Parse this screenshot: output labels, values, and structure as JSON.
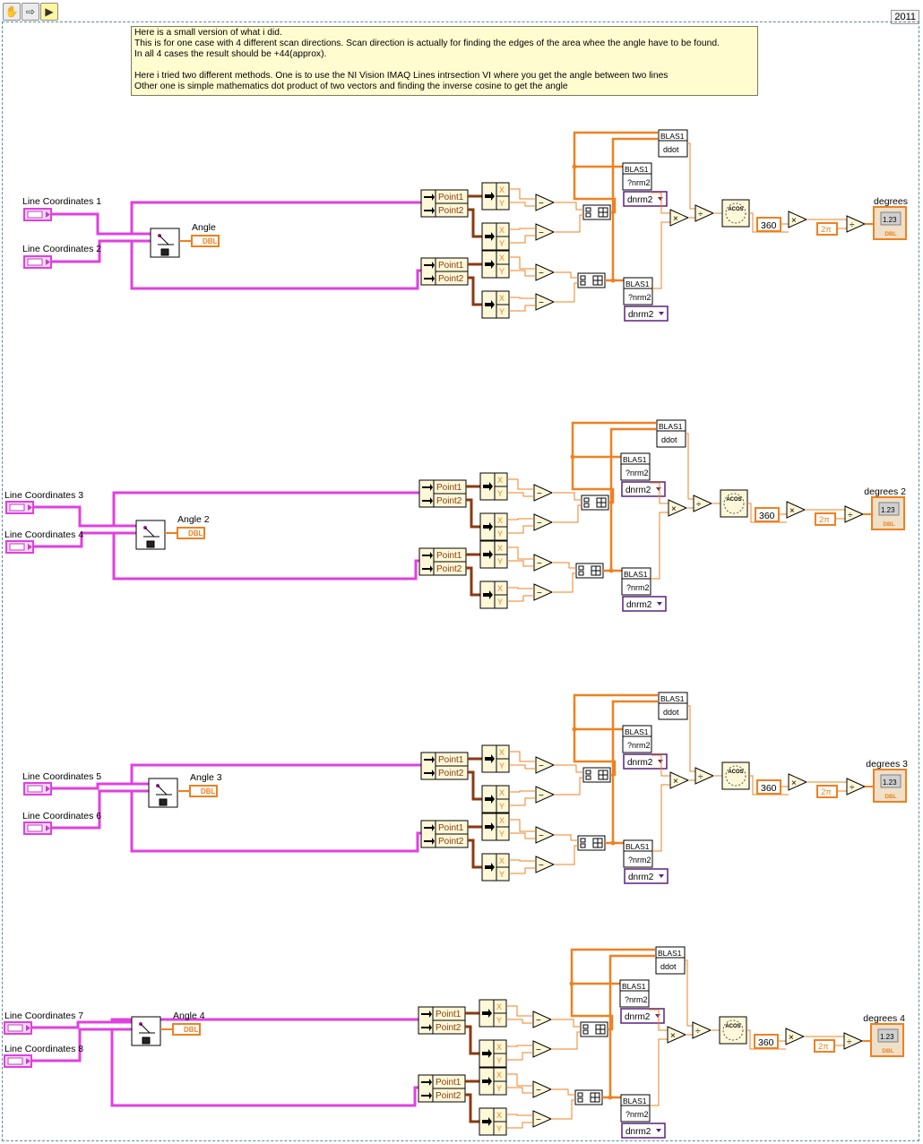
{
  "toolbar": {
    "icons": [
      "hand-tool-icon",
      "arrow-tool-icon",
      "vi-icon"
    ],
    "year_label": "2011"
  },
  "comment": {
    "lines": [
      "Here is a small version of what i did.",
      " This is for one case with 4 different scan directions. Scan direction is actually for finding the edges of the area whee the angle have to be found.",
      "In all 4 cases the result should be +44(approx).",
      "",
      "Here i tried two different methods. One is to use the NI Vision IMAQ Lines intrsection VI where you get the angle between two lines",
      "Other one is simple mathematics  dot product of two vectors and finding the inverse cosine to get the angle"
    ]
  },
  "labels": {
    "point1": "Point1",
    "point2": "Point2",
    "x": "X",
    "y": "Y",
    "blas": "BLAS1",
    "ddot": "ddot",
    "nrm2": "?nrm2",
    "dnrm2": "dnrm2",
    "const_360": "360",
    "const_2pi": "2π",
    "dbl": "DBL",
    "num": "1.23",
    "acos": "ACOS",
    "minus": "−",
    "times": "×",
    "divide": "÷"
  },
  "colors": {
    "cluster_wire": "#e040e0",
    "dbl_wire": "#f08020",
    "wire_brown": "#8a3a10",
    "node_fill": "#fff8d8",
    "node_border": "#000000",
    "blas_border": "#5a2080"
  },
  "cases": [
    {
      "in1": "Line Coordinates 1",
      "in2": "Line Coordinates 2",
      "angle_label": "Angle",
      "out_label": "degrees"
    },
    {
      "in1": "Line Coordinates 3",
      "in2": "Line Coordinates 4",
      "angle_label": "Angle 2",
      "out_label": "degrees 2"
    },
    {
      "in1": "Line Coordinates  5",
      "in2": "Line Coordinates 6",
      "angle_label": "Angle 3",
      "out_label": "degrees 3"
    },
    {
      "in1": "Line Coordinates 7",
      "in2": "Line Coordinates 8",
      "angle_label": "Angle 4",
      "out_label": "degrees 4"
    }
  ]
}
